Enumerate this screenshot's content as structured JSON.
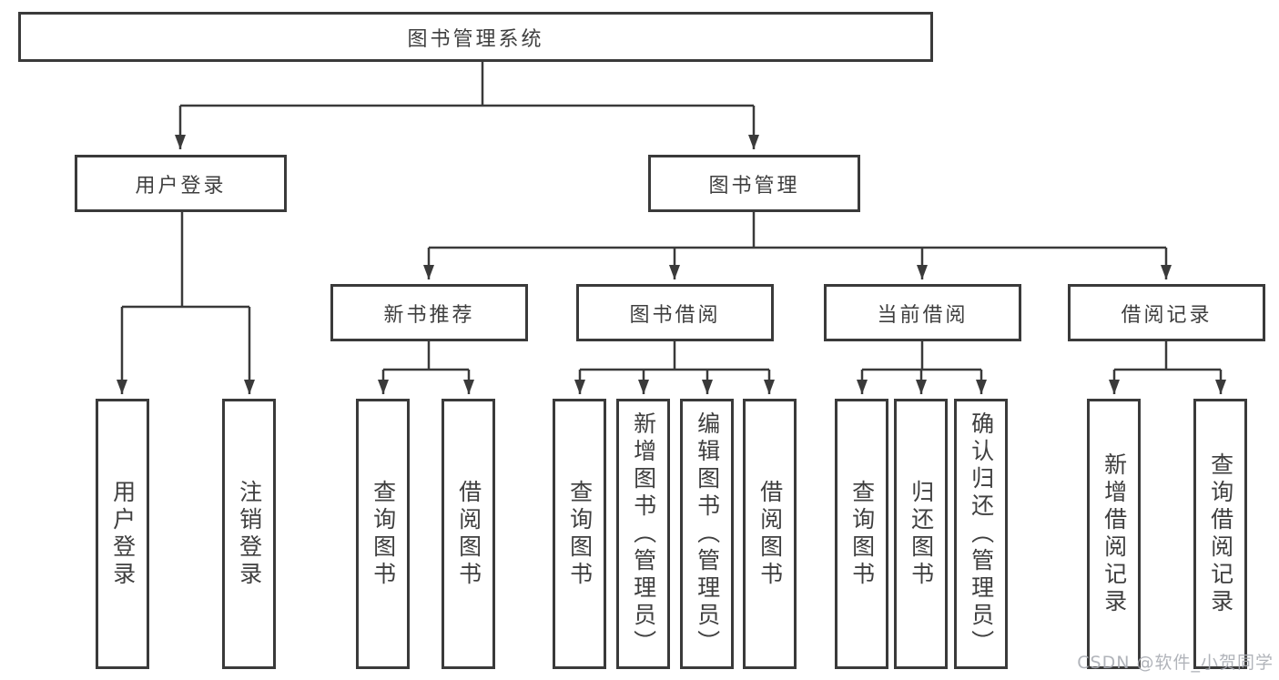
{
  "title": "图书管理系统",
  "level2": {
    "user_login": "用户登录",
    "book_mgmt": "图书管理"
  },
  "level3": {
    "new_book": "新书推荐",
    "book_borrow": "图书借阅",
    "current_borrow": "当前借阅",
    "borrow_record": "借阅记录"
  },
  "leaves": {
    "ul_login": "用户登录",
    "ul_logout": "注销登录",
    "nb_query": "查询图书",
    "nb_borrow": "借阅图书",
    "bb_query": "查询图书",
    "bb_add": "新增图书（管理员）",
    "bb_edit": "编辑图书（管理员）",
    "bb_borrow": "借阅图书",
    "cb_query": "查询图书",
    "cb_return": "归还图书",
    "cb_confirm": "确认归还（管理员）",
    "br_add": "新增借阅记录",
    "br_query": "查询借阅记录"
  },
  "watermark": "CSDN @软件_小贺同学",
  "colors": {
    "line": "#3a3a3a",
    "text": "#3f3f3f",
    "watermark": "#a9acb3"
  }
}
